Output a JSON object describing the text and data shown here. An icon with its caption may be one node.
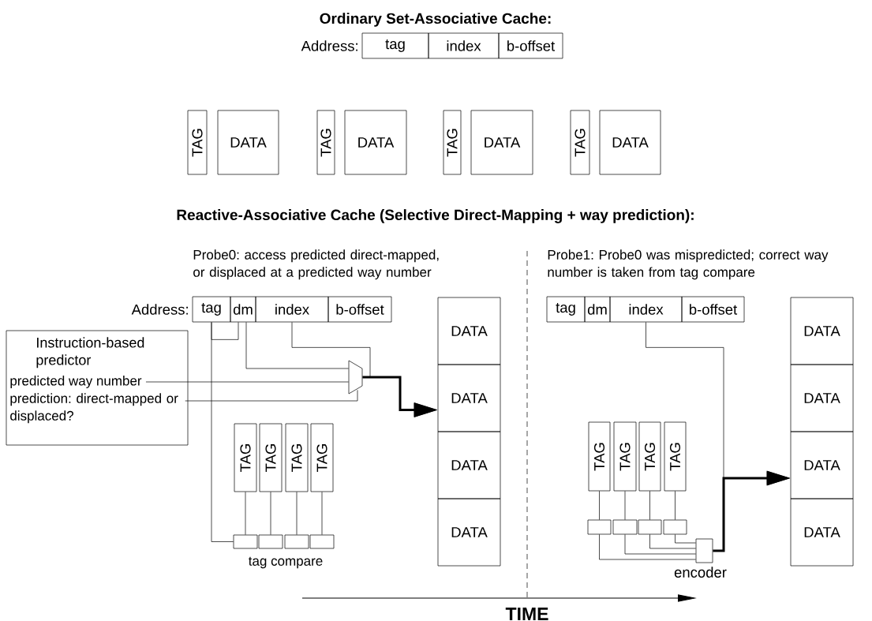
{
  "diagram": {
    "title": "Ordinary Set-Associative Cache:",
    "nodes": [
      {
        "text": [
          "tag"
        ],
        "beside": [
          "Address:"
        ]
      },
      {
        "text": [
          "index"
        ]
      },
      {
        "text": [
          "b-offset"
        ]
      },
      {
        "text": [
          "TAG"
        ]
      },
      {
        "text": [
          "DATA"
        ]
      },
      {
        "text": [
          "TAG"
        ]
      },
      {
        "text": [
          "DATA"
        ]
      },
      {
        "text": [
          "TAG"
        ]
      },
      {
        "text": [
          "DATA"
        ]
      },
      {
        "text": [
          "TAG"
        ]
      },
      {
        "text": [
          "DATA"
        ]
      },
      {
        "text": [
          "Instruction-based predictor"
        ]
      },
      {
        "text": [
          "predicted way number"
        ],
        "in": 11
      },
      {
        "text": [
          "prediction: direct-mapped or displaced?"
        ],
        "in": 11
      },
      {
        "text": [
          "tag"
        ],
        "beside": [
          "Address:"
        ]
      },
      {
        "text": [
          "dm"
        ]
      },
      {
        "text": [
          "index"
        ]
      },
      {
        "text": [
          "b-offset"
        ]
      },
      {
        "text": [],
        "shape": "trapezoid"
      },
      {
        "text": [
          "DATA"
        ]
      },
      {
        "text": [
          "DATA"
        ]
      },
      {
        "text": [
          "DATA"
        ]
      },
      {
        "text": [
          "DATA"
        ]
      },
      {
        "text": [
          "TAG"
        ]
      },
      {
        "text": [
          "TAG"
        ]
      },
      {
        "text": [
          "TAG"
        ]
      },
      {
        "text": [
          "TAG"
        ]
      },
      {
        "text": [],
        "shape": "box"
      },
      {
        "text": [],
        "shape": "box"
      },
      {
        "text": [],
        "shape": "box"
      },
      {
        "text": [],
        "shape": "box"
      },
      {
        "text": [
          "tag"
        ]
      },
      {
        "text": [
          "dm"
        ]
      },
      {
        "text": [
          "index"
        ]
      },
      {
        "text": [
          "b-offset"
        ]
      },
      {
        "text": [
          "DATA"
        ]
      },
      {
        "text": [
          "DATA"
        ]
      },
      {
        "text": [
          "DATA"
        ]
      },
      {
        "text": [
          "DATA"
        ]
      },
      {
        "text": [
          "TAG"
        ]
      },
      {
        "text": [
          "TAG"
        ]
      },
      {
        "text": [
          "TAG"
        ]
      },
      {
        "text": [
          "TAG"
        ]
      },
      {
        "text": [],
        "shape": "box"
      },
      {
        "text": [],
        "shape": "box"
      },
      {
        "text": [],
        "shape": "box"
      },
      {
        "text": [],
        "shape": "box"
      },
      {
        "text": [],
        "shape": "box",
        "beside": [
          "encoder"
        ]
      }
    ],
    "edges": [
      {
        "from": 14,
        "to": 27,
        "arrow": "none"
      },
      {
        "from": 15,
        "to": 14,
        "arrow": "none"
      },
      {
        "from": 15,
        "to": 18,
        "arrow": "none"
      },
      {
        "from": 16,
        "to": 20,
        "arrow": "to"
      },
      {
        "from": 18,
        "to": 20,
        "arrow": "to",
        "style": "thick"
      },
      {
        "from": 12,
        "to": 18,
        "arrow": "none"
      },
      {
        "from": 13,
        "to": 18,
        "arrow": "none"
      },
      {
        "from": 23,
        "to": 27,
        "arrow": "none"
      },
      {
        "from": 24,
        "to": 28,
        "arrow": "none"
      },
      {
        "from": 25,
        "to": 29,
        "arrow": "none"
      },
      {
        "from": 26,
        "to": 30,
        "arrow": "none"
      },
      {
        "from": 33,
        "to": 37,
        "arrow": "to"
      },
      {
        "from": 47,
        "to": 37,
        "arrow": "to",
        "style": "thick"
      },
      {
        "from": 39,
        "to": 43,
        "arrow": "none"
      },
      {
        "from": 40,
        "to": 44,
        "arrow": "none"
      },
      {
        "from": 41,
        "to": 45,
        "arrow": "none"
      },
      {
        "from": 42,
        "to": 46,
        "arrow": "none"
      },
      {
        "from": 43,
        "to": 47,
        "arrow": "none"
      },
      {
        "from": 44,
        "to": 47,
        "arrow": "none"
      },
      {
        "from": 45,
        "to": 47,
        "arrow": "none"
      },
      {
        "from": 46,
        "to": 47,
        "arrow": "none"
      }
    ],
    "labels": [
      "Reactive-Associative Cache (Selective Direct-Mapping + way prediction):",
      "Probe0: access predicted direct-mapped, or displaced at a predicted way number",
      "Probe1: Probe0 was mispredicted; correct way number is taken from tag compare",
      "tag compare",
      "TIME"
    ]
  }
}
